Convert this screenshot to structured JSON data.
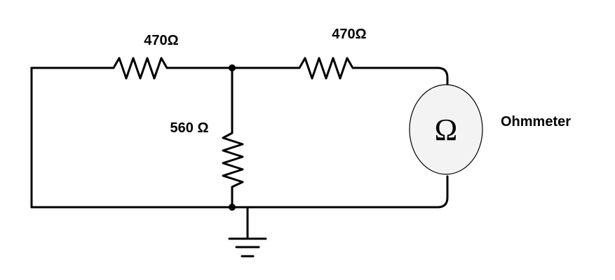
{
  "components": {
    "r_top_left": {
      "value_label": "470Ω"
    },
    "r_top_right": {
      "value_label": "470Ω"
    },
    "r_middle": {
      "value_label": "560 Ω"
    },
    "meter": {
      "symbol": "Ω",
      "label": "Ohmmeter"
    }
  }
}
